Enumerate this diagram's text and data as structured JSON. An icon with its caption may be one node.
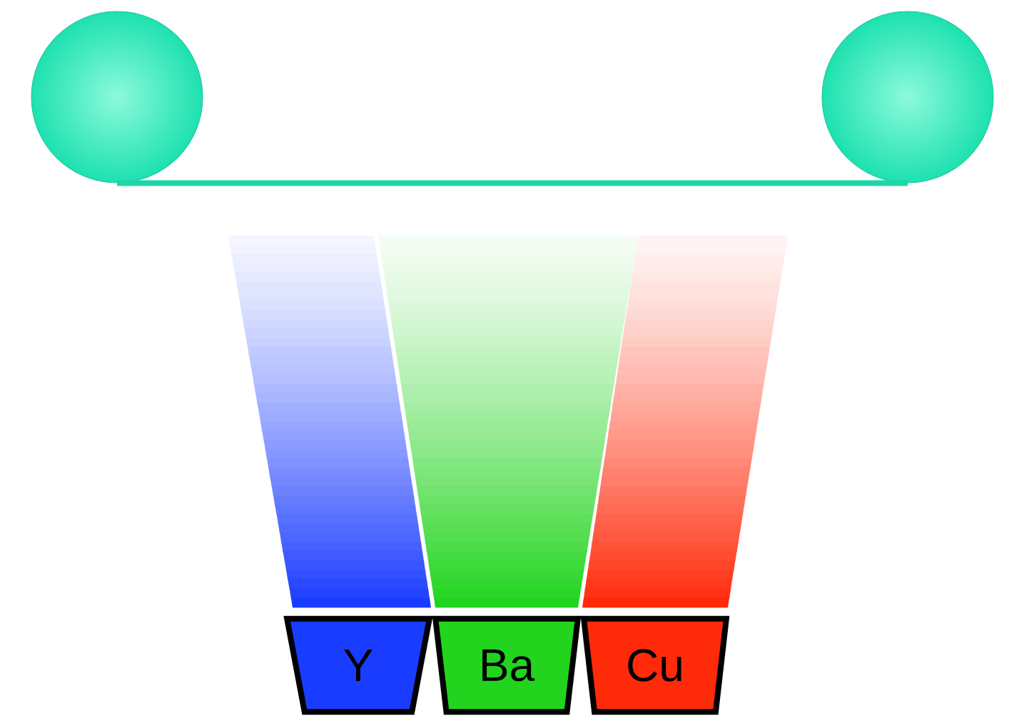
{
  "diagram": {
    "nodes": [
      {
        "text": [],
        "shape": "circle"
      },
      {
        "text": [],
        "shape": "circle"
      },
      {
        "text": [
          "Y"
        ]
      },
      {
        "text": [
          "Ba"
        ]
      },
      {
        "text": [
          "Cu"
        ]
      }
    ],
    "edges": [
      {
        "from": 0,
        "to": 1,
        "arrow": "none"
      }
    ]
  }
}
